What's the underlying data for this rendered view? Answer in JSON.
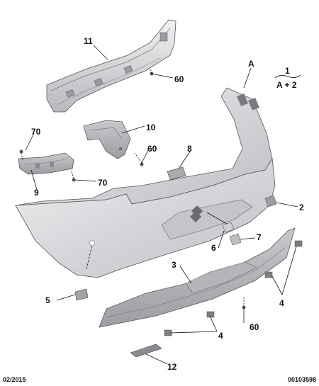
{
  "labels": {
    "n11": "11",
    "n60a": "60",
    "nA": "A",
    "n1": "1",
    "nA2": "A + 2",
    "n70a": "70",
    "n10": "10",
    "n60b": "60",
    "n8": "8",
    "n9": "9",
    "n70b": "70",
    "n2": "2",
    "n7": "7",
    "n6": "6",
    "n3": "3",
    "n4a": "4",
    "n4b": "4",
    "n5": "5",
    "n60c": "60",
    "n12": "12"
  },
  "footer": {
    "date": "02/2015",
    "ref": "00103598"
  }
}
